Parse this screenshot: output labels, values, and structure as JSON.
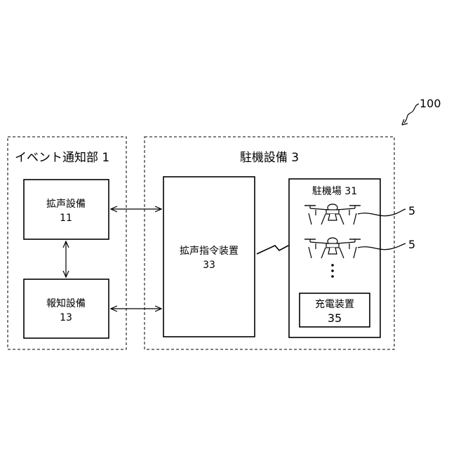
{
  "system_ref": "100",
  "event_notification_unit": {
    "title": "イベント通知部 1",
    "loudspeaker": {
      "name": "拡声設備",
      "ref": "11"
    },
    "notification": {
      "name": "報知設備",
      "ref": "13"
    }
  },
  "port_facility": {
    "title": "駐機設備 3",
    "command_device": {
      "name": "拡声指令装置",
      "ref": "33"
    },
    "port": {
      "title": "駐機場 31"
    },
    "charger": {
      "name": "充電装置",
      "ref": "35"
    }
  },
  "drone_refs": [
    "5",
    "5"
  ],
  "ellipsis": "⋮"
}
